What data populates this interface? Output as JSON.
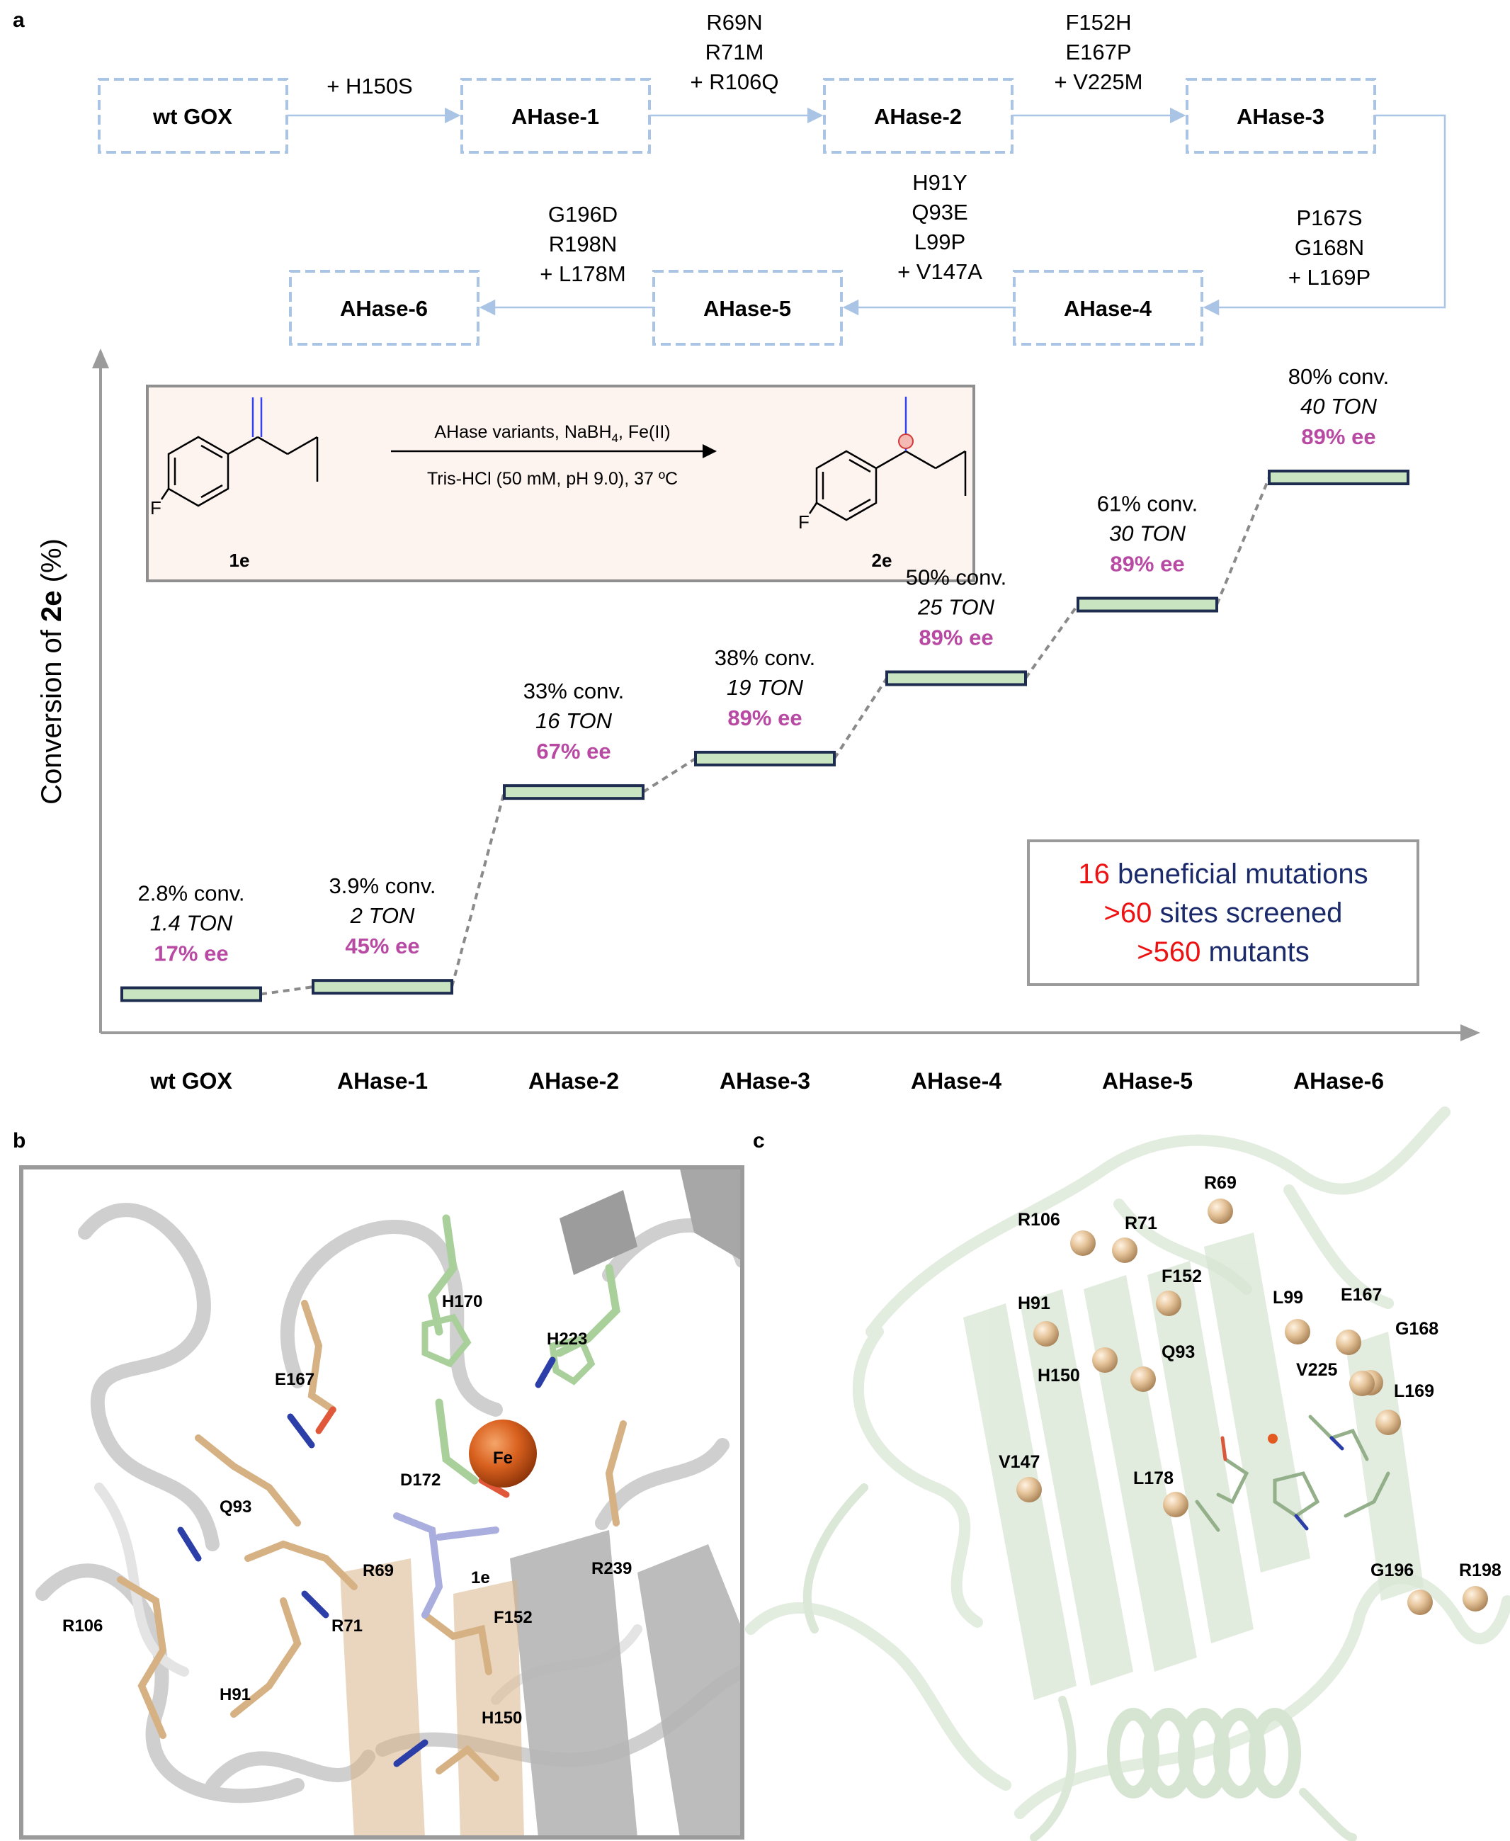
{
  "panels": {
    "a": "a",
    "b": "b",
    "c": "c"
  },
  "colors": {
    "box_border": "#a9c4e4",
    "arrow": "#a9c4e4",
    "bar_fill": "#c9e4c0",
    "bar_border": "#1e2d4f",
    "dash": "#8a8a8a",
    "ee": "#b84aa3",
    "red": "#ee1111",
    "navy": "#1b2a6b",
    "scheme_bg": "#fdf3ef",
    "scheme_border": "#8f8f8f"
  },
  "pathway": {
    "nodes": [
      "wt GOX",
      "AHase-1",
      "AHase-2",
      "AHase-3",
      "AHase-4",
      "AHase-5",
      "AHase-6"
    ],
    "steps": [
      [
        "+ H150S"
      ],
      [
        "R69N",
        "R71M",
        "+ R106Q"
      ],
      [
        "F152H",
        "E167P",
        "+ V225M"
      ],
      [
        "P167S",
        "G168N",
        "+ L169P"
      ],
      [
        "H91Y",
        "Q93E",
        "L99P",
        "+ V147A"
      ],
      [
        "G196D",
        "R198N",
        "+ L178M"
      ]
    ]
  },
  "scheme": {
    "reagents": "AHase variants, NaBH",
    "reagents_sub": "4",
    "reagents_tail": ", Fe(II)",
    "conditions": "Tris-HCl (50 mM, pH 9.0), 37 ºC",
    "substrate": "1e",
    "product": "2e",
    "fluorine": "F"
  },
  "summary": [
    {
      "num": "16",
      "text": " beneficial mutations"
    },
    {
      "num": ">60",
      "text": " sites screened"
    },
    {
      "num": ">560",
      "text": " mutants"
    }
  ],
  "chart_data": {
    "type": "line",
    "ylabel_pre": "Conversion of ",
    "ylabel_bold": "2e",
    "ylabel_post": " (%)",
    "categories": [
      "wt GOX",
      "AHase-1",
      "AHase-2",
      "AHase-3",
      "AHase-4",
      "AHase-5",
      "AHase-6"
    ],
    "conversion_pct": [
      2.8,
      3.9,
      33,
      38,
      50,
      61,
      80
    ],
    "ton": [
      1.4,
      2,
      16,
      19,
      25,
      30,
      40
    ],
    "ee_pct": [
      17,
      45,
      67,
      89,
      89,
      89,
      89
    ],
    "labels": {
      "conv": [
        "2.8% conv.",
        "3.9% conv.",
        "33% conv.",
        "38% conv.",
        "50% conv.",
        "61% conv.",
        "80% conv."
      ],
      "ton": [
        "1.4 TON",
        "2 TON",
        "16 TON",
        "19 TON",
        "25 TON",
        "30 TON",
        "40 TON"
      ],
      "ee": [
        "17% ee",
        "45% ee",
        "67% ee",
        "89% ee",
        "89% ee",
        "89% ee",
        "89% ee"
      ]
    }
  },
  "panel_b_labels": [
    "H170",
    "H223",
    "E167",
    "Fe",
    "D172",
    "Q93",
    "R69",
    "R239",
    "1e",
    "R106",
    "R71",
    "F152",
    "H91",
    "H150"
  ],
  "panel_c_labels": [
    "R69",
    "R106",
    "R71",
    "F152",
    "H91",
    "L99",
    "E167",
    "G168",
    "H150",
    "Q93",
    "V225",
    "L169",
    "V147",
    "L178",
    "G196",
    "R198"
  ]
}
